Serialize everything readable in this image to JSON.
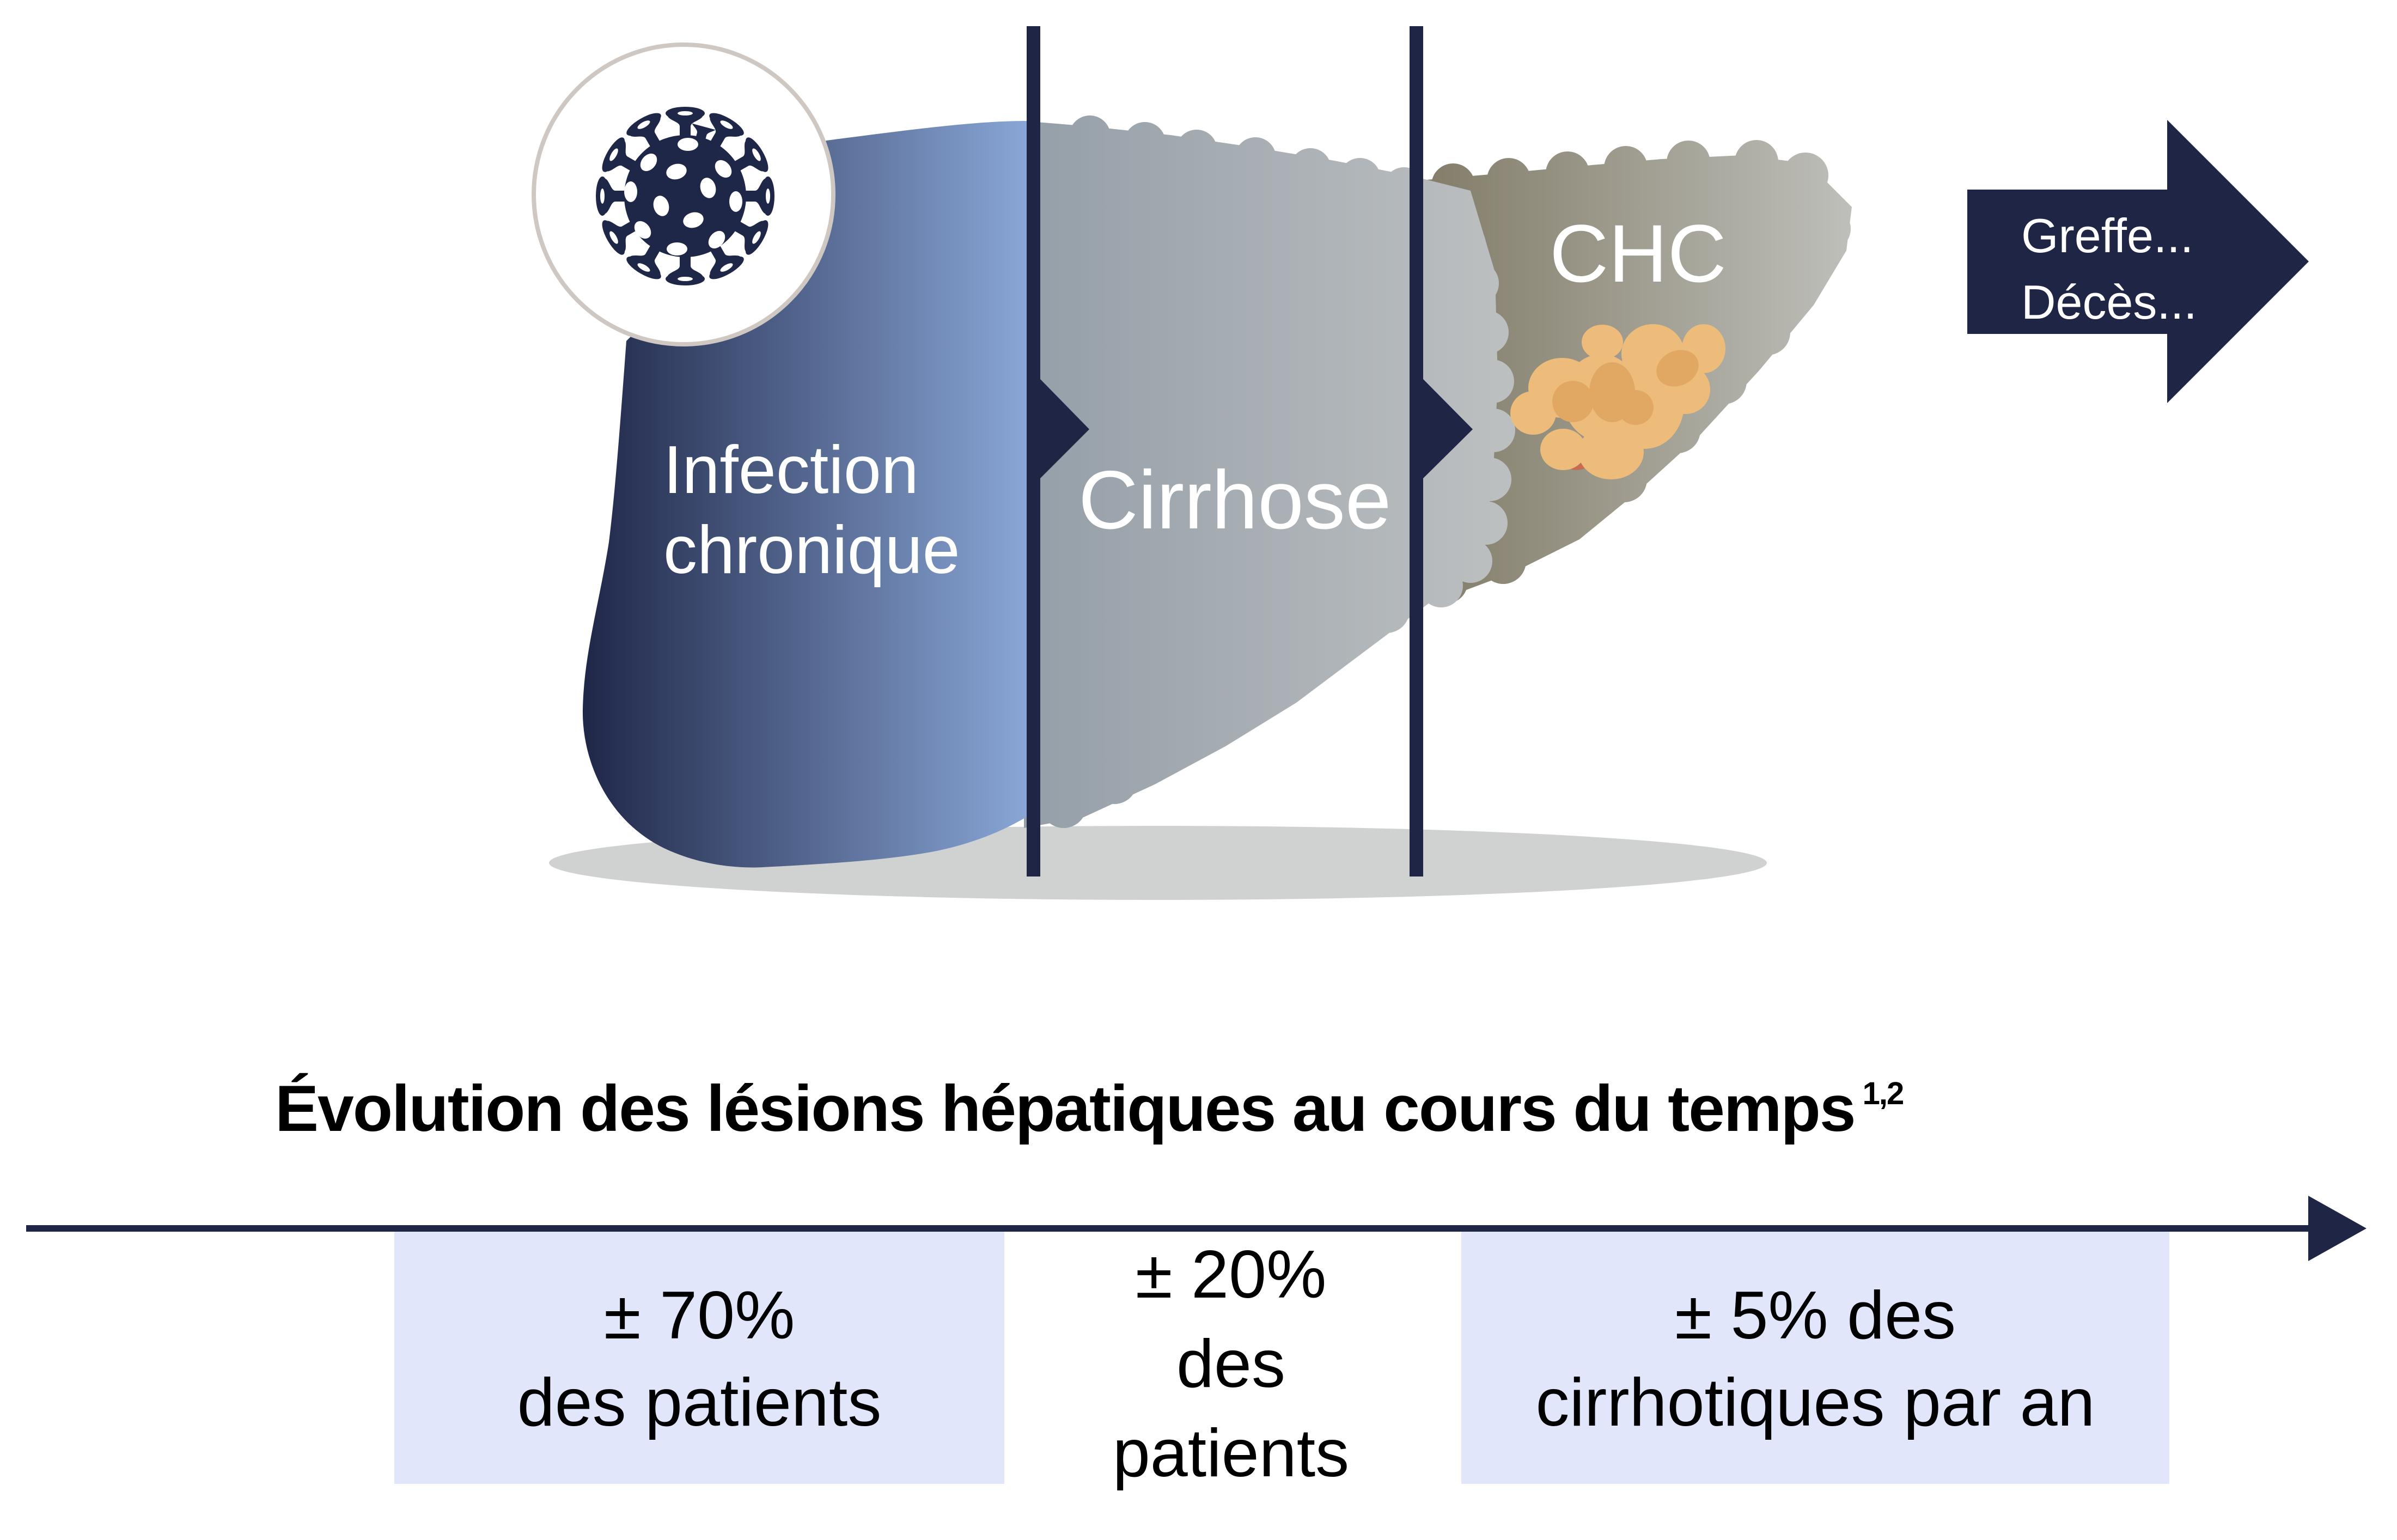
{
  "diagram": {
    "stages": [
      {
        "id": "infection",
        "label_line1": "Infection",
        "label_line2": "chronique"
      },
      {
        "id": "cirrhose",
        "label": "Cirrhose"
      },
      {
        "id": "chc",
        "label": "CHC"
      }
    ],
    "outcome": {
      "line1": "Greffe...",
      "line2": "Décès..."
    },
    "icon": "virus-icon"
  },
  "timeline": {
    "title": "Évolution des lésions hépatiques au cours du temps",
    "references": "1,2"
  },
  "stats": [
    {
      "line1": "± 70%",
      "line2": "des patients",
      "highlighted": true
    },
    {
      "line1": "± 20%",
      "line2": "des",
      "line3": "patients",
      "highlighted": false
    },
    {
      "line1": "± 5% des",
      "line2": "cirrhotiques par an",
      "highlighted": true
    }
  ],
  "colors": {
    "navy": "#1E2545",
    "infection_gradient": [
      "#1F2748",
      "#89A6D6"
    ],
    "cirrhose_gradient": [
      "#96A0A9",
      "#BBBEBF"
    ],
    "chc_gradient": [
      "#857F6C",
      "#BDBEB9"
    ],
    "tumor_light": "#EDBC7B",
    "tumor_dark": "#E1A864",
    "shadow": "#D0D2D2",
    "stat_box": "#E1E6FB",
    "circle_border": "#CFC7C1"
  }
}
